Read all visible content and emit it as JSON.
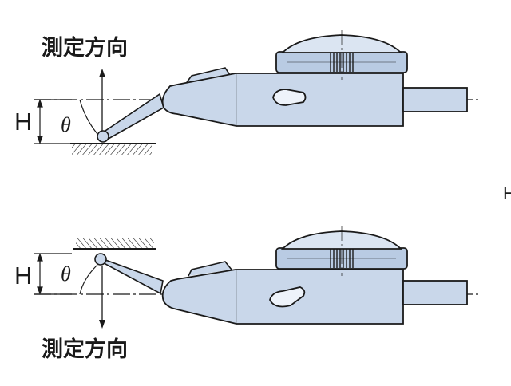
{
  "top_diagram": {
    "direction_label": "測定方向",
    "height_symbol": "H",
    "angle_symbol": "θ"
  },
  "bottom_diagram": {
    "direction_label": "測定方向",
    "height_symbol": "H",
    "angle_symbol": "θ"
  },
  "edge_text": "H",
  "colors": {
    "body_fill": "#c9d7ea",
    "crystal_fill": "#dbe5f2",
    "bezel_fill": "#b9cbe3",
    "line": "#1a1a1a",
    "background": "#ffffff"
  }
}
